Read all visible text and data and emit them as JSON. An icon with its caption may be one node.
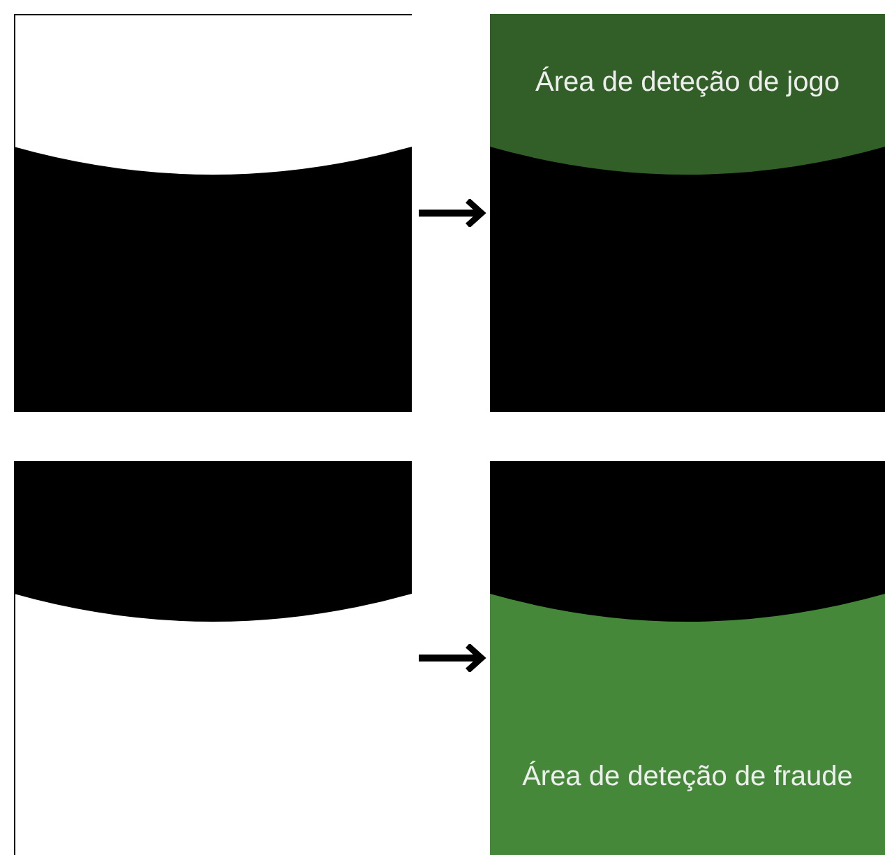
{
  "diagram": {
    "nodes": [
      {
        "text": [],
        "shape": "box"
      },
      {
        "text": [
          "Área de deteção de jogo"
        ]
      },
      {
        "text": [],
        "shape": "box"
      },
      {
        "text": [
          "Área de deteção de fraude"
        ]
      }
    ],
    "edges": [
      {
        "from": 0,
        "to": 1,
        "arrow": "to"
      },
      {
        "from": 2,
        "to": 3,
        "arrow": "to"
      }
    ]
  }
}
